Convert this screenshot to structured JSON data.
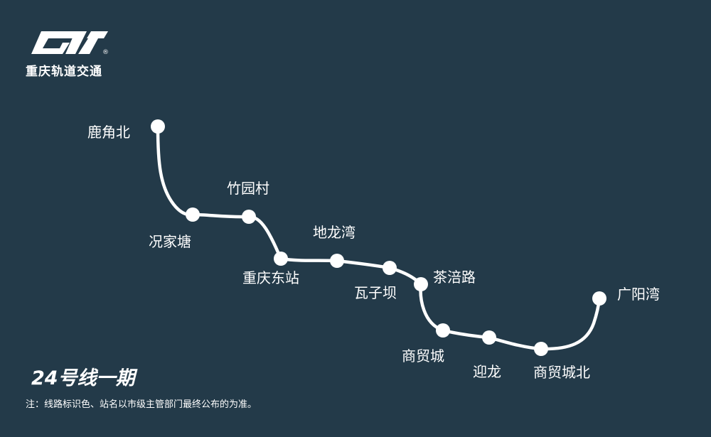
{
  "brand": {
    "name": "重庆轨道交通",
    "logo_icon": "cqrt-logo-icon",
    "registered_mark": "®"
  },
  "line": {
    "title": "24号线一期",
    "color": "#ffffff",
    "background": "#233a49"
  },
  "stations": [
    {
      "id": "lujiaobei",
      "name": "鹿角北"
    },
    {
      "id": "kuangjiatang",
      "name": "况家塘"
    },
    {
      "id": "zhuyuancun",
      "name": "竹园村"
    },
    {
      "id": "chongqingdongzhan",
      "name": "重庆东站"
    },
    {
      "id": "dilongwan",
      "name": "地龙湾"
    },
    {
      "id": "waziba",
      "name": "瓦子坝"
    },
    {
      "id": "chapeilu",
      "name": "茶涪路"
    },
    {
      "id": "shangmaocheng",
      "name": "商贸城"
    },
    {
      "id": "yinglong",
      "name": "迎龙"
    },
    {
      "id": "shangmaochengbei",
      "name": "商贸城北"
    },
    {
      "id": "guangyangwan",
      "name": "广阳湾"
    }
  ],
  "note": "注：线路标识色、站名以市级主管部门最终公布的为准。"
}
